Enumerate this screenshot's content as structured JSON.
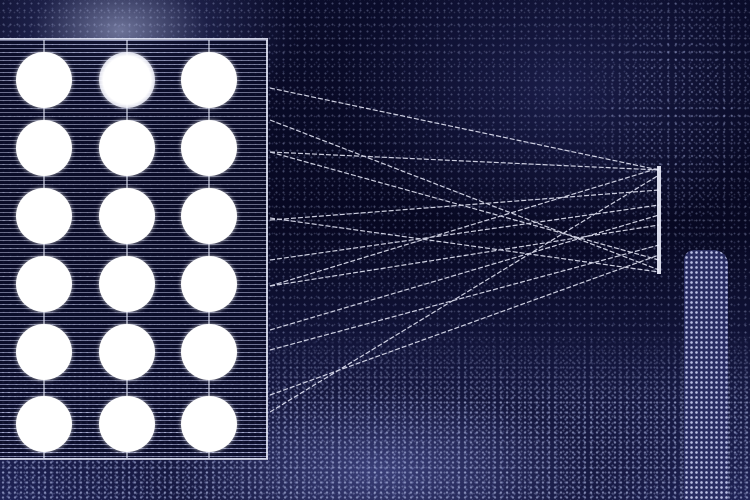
{
  "scene": {
    "description_type": "photograph-like artwork",
    "colors": {
      "background": "#05061a",
      "thread": "#eef0ff",
      "circle": "#ffffff",
      "panel_lines": "#dce1ff"
    }
  },
  "panel": {
    "rows": 6,
    "columns": 3
  }
}
